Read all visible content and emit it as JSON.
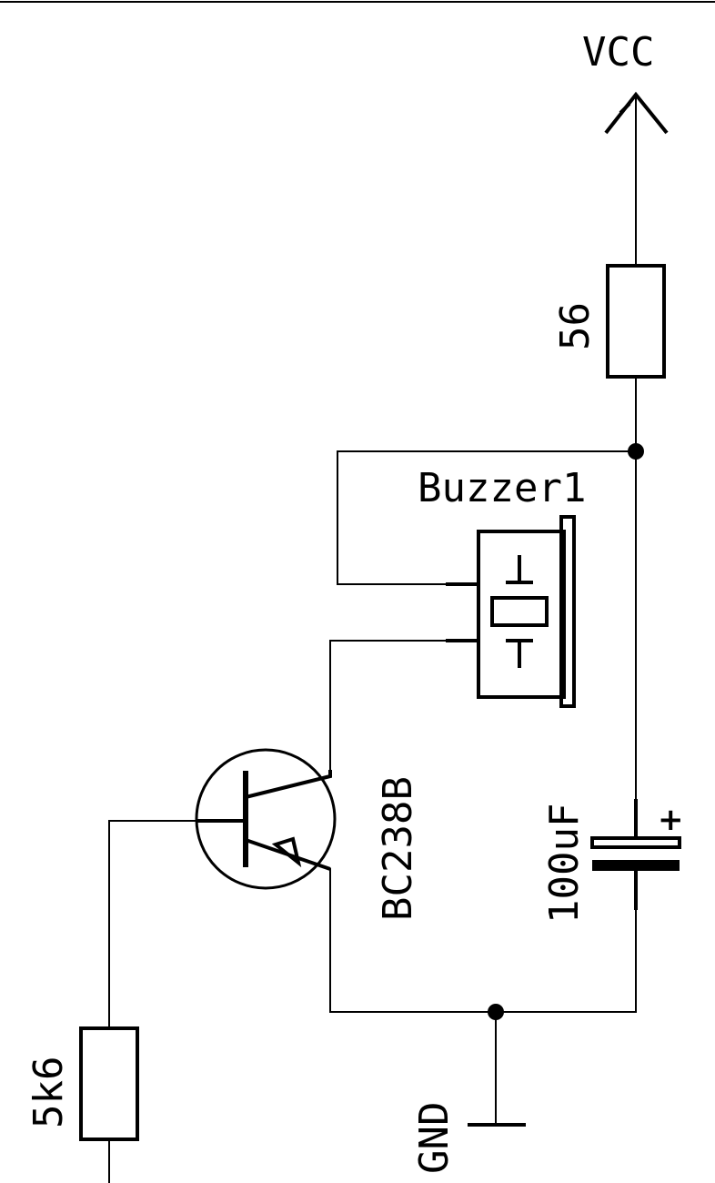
{
  "labels": {
    "vcc": "VCC",
    "r_top": "56",
    "buzzer": "Buzzer1",
    "transistor": "BC238B",
    "capacitor": "100uF",
    "cap_polarity": "+",
    "r_bottom": "5k6",
    "gnd": "GND"
  },
  "colors": {
    "ink": "#000000",
    "paper": "#ffffff"
  }
}
